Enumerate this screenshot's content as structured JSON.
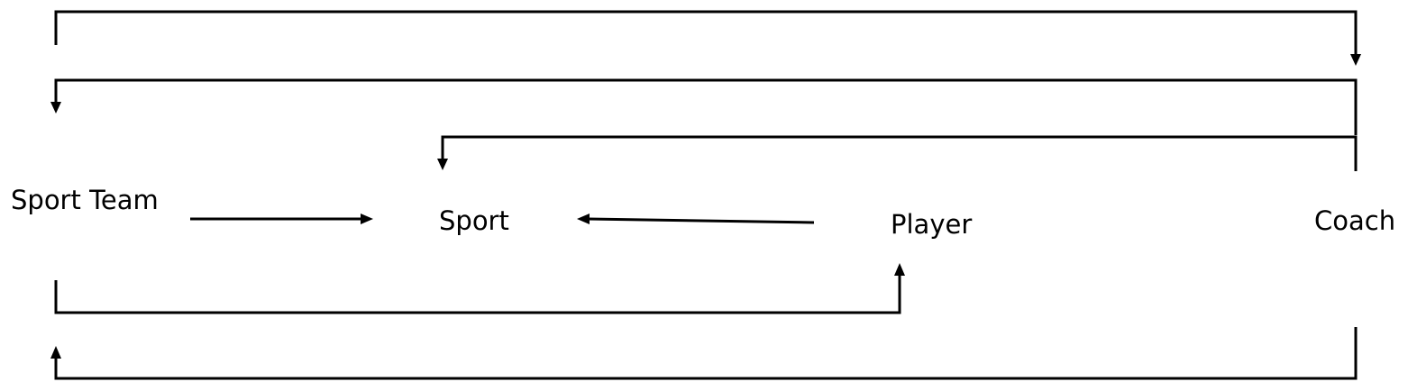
{
  "diagram": {
    "nodes": {
      "sport_team": "Sport Team",
      "sport": "Sport",
      "player": "Player",
      "coach": "Coach"
    },
    "colors": {
      "line": "#000000",
      "text": "#000000",
      "background": "#ffffff"
    }
  }
}
